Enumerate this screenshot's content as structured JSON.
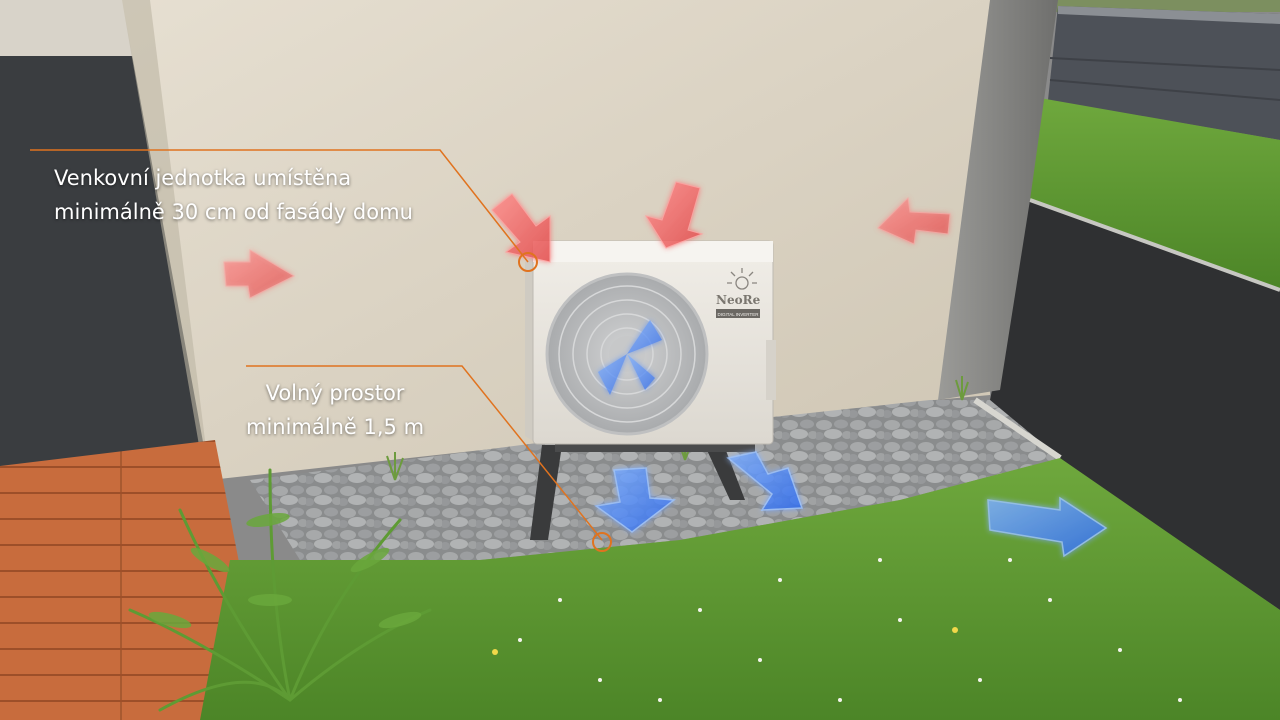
{
  "annotations": {
    "outdoor_unit_distance": {
      "line1": "Venkovní jednotka umístěna",
      "line2": "minimálně 30 cm od fasády domu"
    },
    "free_space": {
      "line1": "Volný prostor",
      "line2": "minimálně 1,5 m"
    }
  },
  "unit": {
    "brand": "NeoRe",
    "badge": "DIGITAL INVERTER"
  },
  "colors": {
    "callout_line": "#e0731f",
    "warm_arrow": "#f06262",
    "cool_arrow": "#3a7cff",
    "wall": "#dcd4c4",
    "grass": "#5f9a34",
    "deck": "#c5683a"
  },
  "icons": {
    "warm_airflow": "arrow-icon",
    "cool_airflow": "arrow-icon",
    "sun_logo": "sun-icon"
  }
}
